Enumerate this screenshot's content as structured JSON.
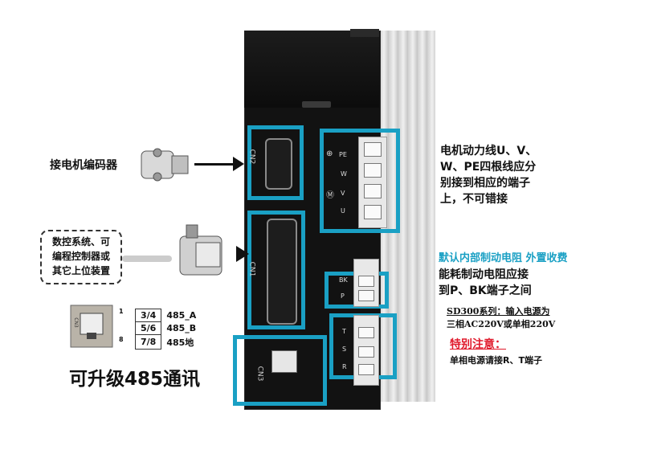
{
  "labels": {
    "encoder": "接电机编码器",
    "cnc_lines": [
      "数控系统、可",
      "编程控制器或",
      "其它上位装置"
    ],
    "motor_power": [
      "电机动力线U、V、",
      "W、PE四根线应分",
      "别接到相应的端子",
      "上，不可错接"
    ],
    "brake_default": "默认内部制动电阻 外置收费",
    "brake_lines": [
      "能耗制动电阻应接",
      "到P、BK端子之间"
    ],
    "sd300": "SD300系列：输入电源为",
    "power_spec": "三相AC220V或单相220V",
    "special_note": "特别注意：",
    "single_phase": "单相电源请接R、T端子",
    "rs485_upgrade": "可升级485通讯"
  },
  "ports": {
    "cn1": "CN1",
    "cn2": "CN2",
    "cn3": "CN3"
  },
  "terminals": {
    "pe": "PE",
    "w": "W",
    "v": "V",
    "u": "U",
    "bk": "BK",
    "p": "P",
    "t": "T",
    "s": "S",
    "r": "R"
  },
  "rj45_table": {
    "jack_label": "CN3",
    "pin_numbers": [
      "1",
      "8"
    ],
    "rows": [
      {
        "pins": "3/4",
        "signal": "485_A"
      },
      {
        "pins": "5/6",
        "signal": "485_B"
      },
      {
        "pins": "7/8",
        "signal": "485地"
      }
    ]
  },
  "colors": {
    "highlight": "#1aa0c4",
    "warning": "#e0192b"
  }
}
